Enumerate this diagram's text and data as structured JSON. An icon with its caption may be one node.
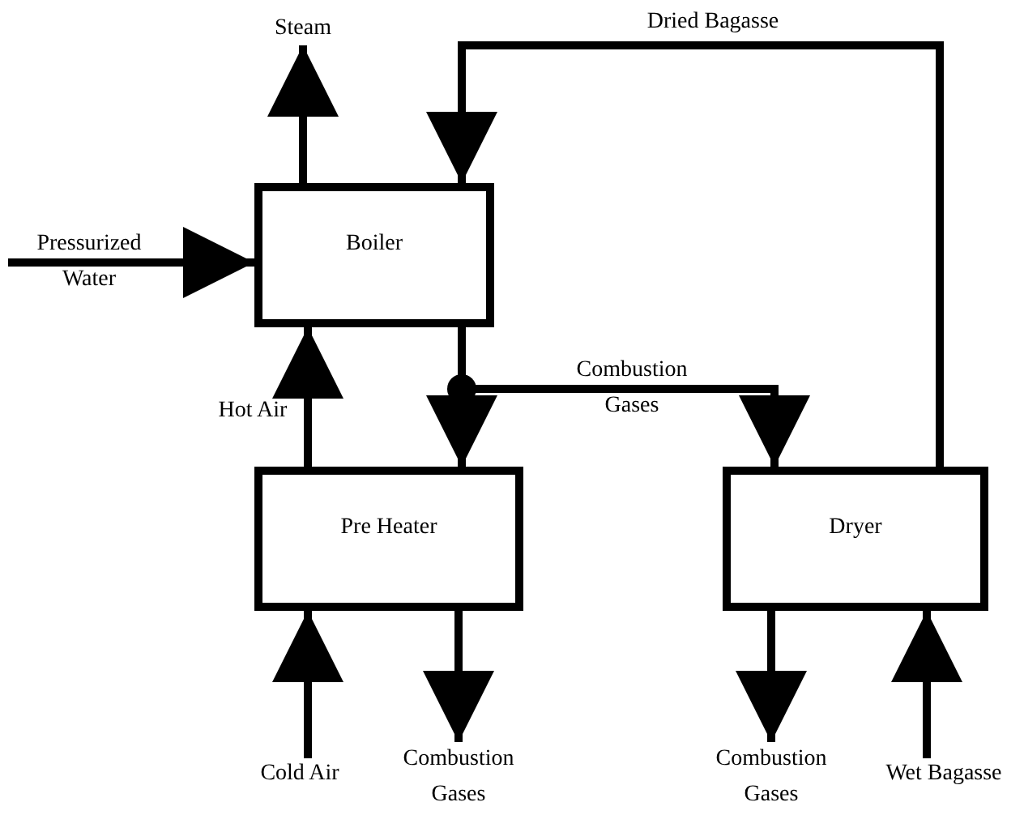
{
  "diagram": {
    "nodes": [
      {
        "text": [
          "Boiler"
        ]
      },
      {
        "text": [
          "Pre Heater"
        ]
      },
      {
        "text": [
          "Dryer"
        ]
      },
      {
        "text": [
          "Steam"
        ]
      },
      {
        "text": [
          "Pressurized Water"
        ]
      },
      {
        "text": [
          "Cold Air"
        ]
      },
      {
        "text": [
          "Combustion Gases"
        ]
      },
      {
        "text": [
          "Combustion Gases"
        ]
      },
      {
        "text": [
          "Wet Bagasse"
        ]
      }
    ],
    "edges": [
      {
        "from": 0,
        "to": 3,
        "arrow": "to"
      },
      {
        "from": 4,
        "to": 0,
        "arrow": "to"
      },
      {
        "from": 1,
        "to": 0,
        "arrow": "to",
        "label": "Hot Air"
      },
      {
        "from": 0,
        "to": 1,
        "arrow": "to"
      },
      {
        "from": 0,
        "to": 2,
        "arrow": "to",
        "label": "Combustion Gases"
      },
      {
        "from": 2,
        "to": 0,
        "arrow": "to",
        "label": "Dried Bagasse"
      },
      {
        "from": 5,
        "to": 1,
        "arrow": "to"
      },
      {
        "from": 1,
        "to": 6,
        "arrow": "to"
      },
      {
        "from": 2,
        "to": 7,
        "arrow": "to"
      },
      {
        "from": 8,
        "to": 2,
        "arrow": "to"
      }
    ]
  }
}
